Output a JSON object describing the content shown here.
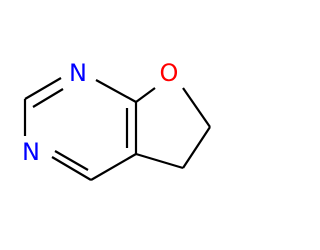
{
  "molecule": {
    "atoms": [
      {
        "id": "N1",
        "label": "N",
        "color": "#0000ff"
      },
      {
        "id": "N3",
        "label": "N",
        "color": "#0000ff"
      },
      {
        "id": "O7",
        "label": "O",
        "color": "#ff0000"
      }
    ]
  }
}
